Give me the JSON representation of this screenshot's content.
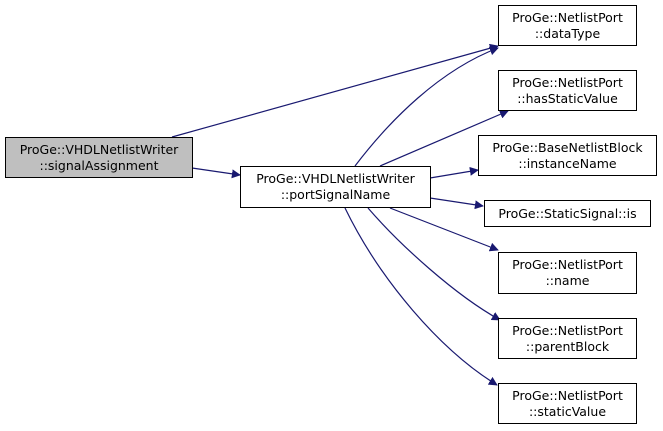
{
  "colors": {
    "edge": "#191970",
    "focus_fill": "#bfbfbf",
    "node_fill": "#ffffff",
    "border": "#000000"
  },
  "nodes": {
    "signalAssignment": {
      "line1": "ProGe::VHDLNetlistWriter",
      "line2": "::signalAssignment"
    },
    "portSignalName": {
      "line1": "ProGe::VHDLNetlistWriter",
      "line2": "::portSignalName"
    },
    "dataType": {
      "line1": "ProGe::NetlistPort",
      "line2": "::dataType"
    },
    "hasStaticValue": {
      "line1": "ProGe::NetlistPort",
      "line2": "::hasStaticValue"
    },
    "instanceName": {
      "line1": "ProGe::BaseNetlistBlock",
      "line2": "::instanceName"
    },
    "is": {
      "line1": "ProGe::StaticSignal::is"
    },
    "name": {
      "line1": "ProGe::NetlistPort",
      "line2": "::name"
    },
    "parentBlock": {
      "line1": "ProGe::NetlistPort",
      "line2": "::parentBlock"
    },
    "staticValue": {
      "line1": "ProGe::NetlistPort",
      "line2": "::staticValue"
    }
  }
}
